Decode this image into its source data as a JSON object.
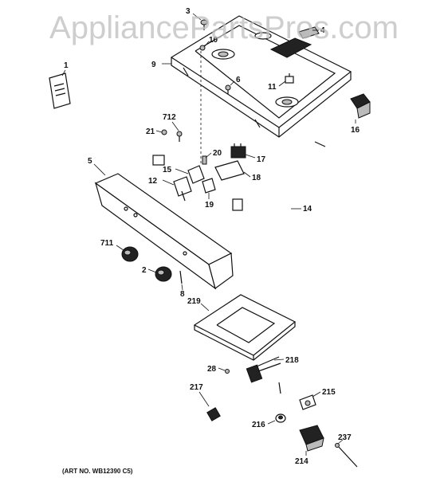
{
  "watermark": "AppliancePartsPros.com",
  "art_number": "(ART NO. WB12390 C5)",
  "callouts": [
    {
      "id": "1",
      "label": "1"
    },
    {
      "id": "2",
      "label": "2"
    },
    {
      "id": "3",
      "label": "3"
    },
    {
      "id": "4",
      "label": "4"
    },
    {
      "id": "5",
      "label": "5"
    },
    {
      "id": "6",
      "label": "6"
    },
    {
      "id": "8",
      "label": "8"
    },
    {
      "id": "9",
      "label": "9"
    },
    {
      "id": "10",
      "label": "10"
    },
    {
      "id": "11",
      "label": "11"
    },
    {
      "id": "12",
      "label": "12"
    },
    {
      "id": "14",
      "label": "14"
    },
    {
      "id": "15",
      "label": "15"
    },
    {
      "id": "16",
      "label": "16"
    },
    {
      "id": "17",
      "label": "17"
    },
    {
      "id": "18",
      "label": "18"
    },
    {
      "id": "19",
      "label": "19"
    },
    {
      "id": "20",
      "label": "20"
    },
    {
      "id": "21",
      "label": "21"
    },
    {
      "id": "28",
      "label": "28"
    },
    {
      "id": "214",
      "label": "214"
    },
    {
      "id": "215",
      "label": "215"
    },
    {
      "id": "216",
      "label": "216"
    },
    {
      "id": "217",
      "label": "217"
    },
    {
      "id": "218",
      "label": "218"
    },
    {
      "id": "219",
      "label": "219"
    },
    {
      "id": "237",
      "label": "237"
    },
    {
      "id": "711",
      "label": "711"
    },
    {
      "id": "712",
      "label": "712"
    }
  ]
}
